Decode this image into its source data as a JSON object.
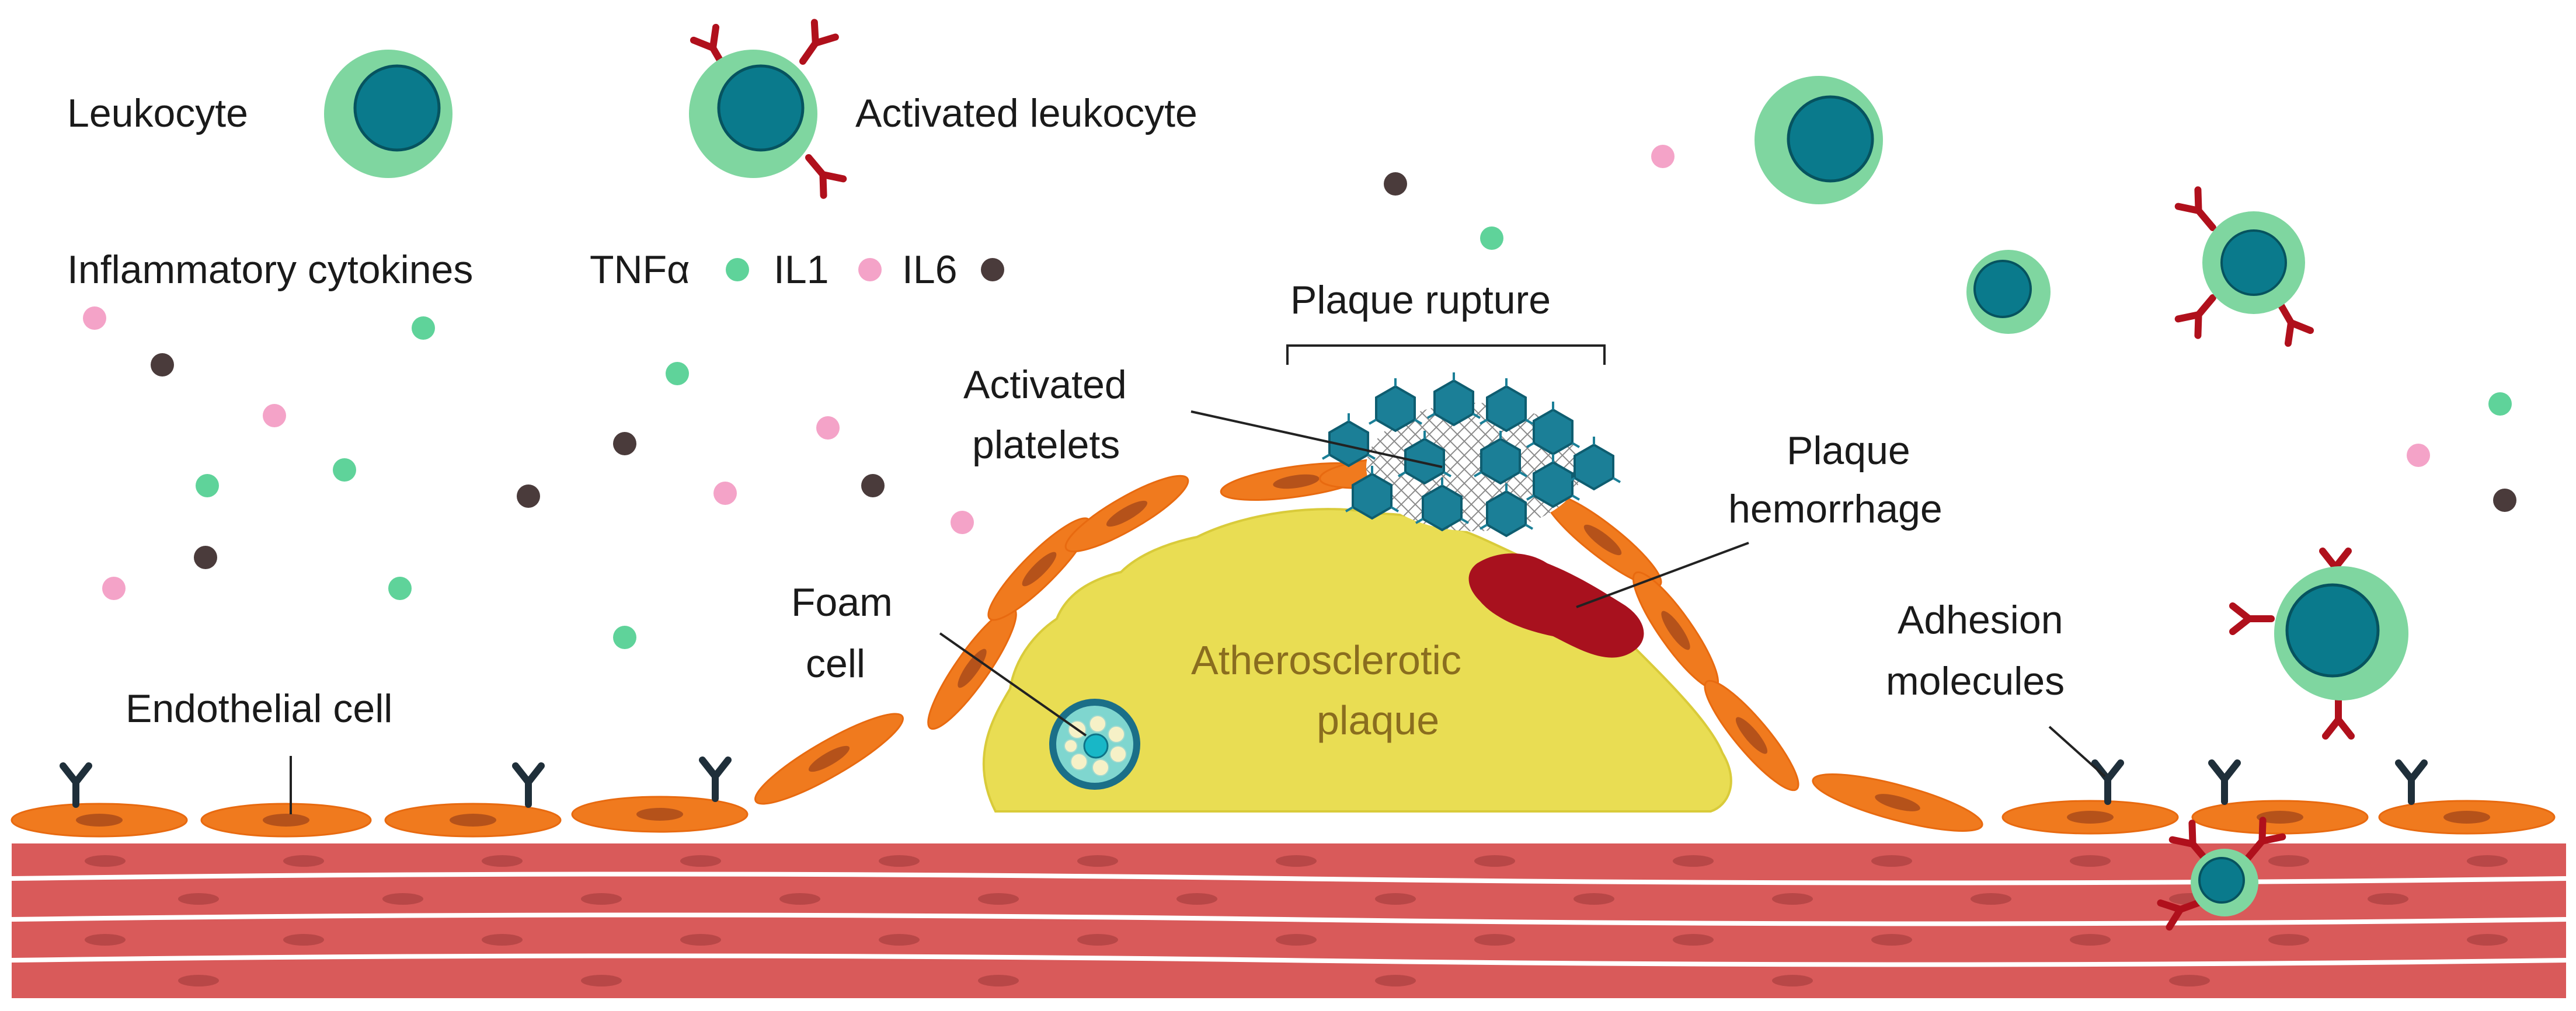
{
  "labels": {
    "leukocyte": "Leukocyte",
    "activated_leukocyte": "Activated leukocyte",
    "inflammatory_cytokines": "Inflammatory cytokines",
    "tnfa": "TNFα",
    "il1": "IL1",
    "il6": "IL6",
    "plaque_rupture": "Plaque rupture",
    "activated_platelets_line1": "Activated",
    "activated_platelets_line2": "platelets",
    "plaque_hemorrhage_line1": "Plaque",
    "plaque_hemorrhage_line2": "hemorrhage",
    "foam_cell_line1": "Foam",
    "foam_cell_line2": "cell",
    "atherosclerotic_plaque_line1": "Atherosclerotic",
    "atherosclerotic_plaque_line2": "plaque",
    "endothelial_cell": "Endothelial cell",
    "adhesion_molecules_line1": "Adhesion",
    "adhesion_molecules_line2": "molecules"
  },
  "colors": {
    "tnfa_cytokine": "#5fd39a",
    "il1_cytokine": "#f4a3c8",
    "il6_cytokine": "#4a3b3b",
    "leukocyte_cytoplasm": "#7fd6a0",
    "leukocyte_nucleus": "#0a7a8c",
    "receptor": "#b0101c",
    "endothelial_cell": "#f07a1e",
    "plaque": "#e9dd53",
    "hemorrhage": "#a8111e",
    "muscle": "#d95a5a",
    "platelet": "#1b7f97",
    "adhesion_molecule": "#1f2f3a"
  }
}
